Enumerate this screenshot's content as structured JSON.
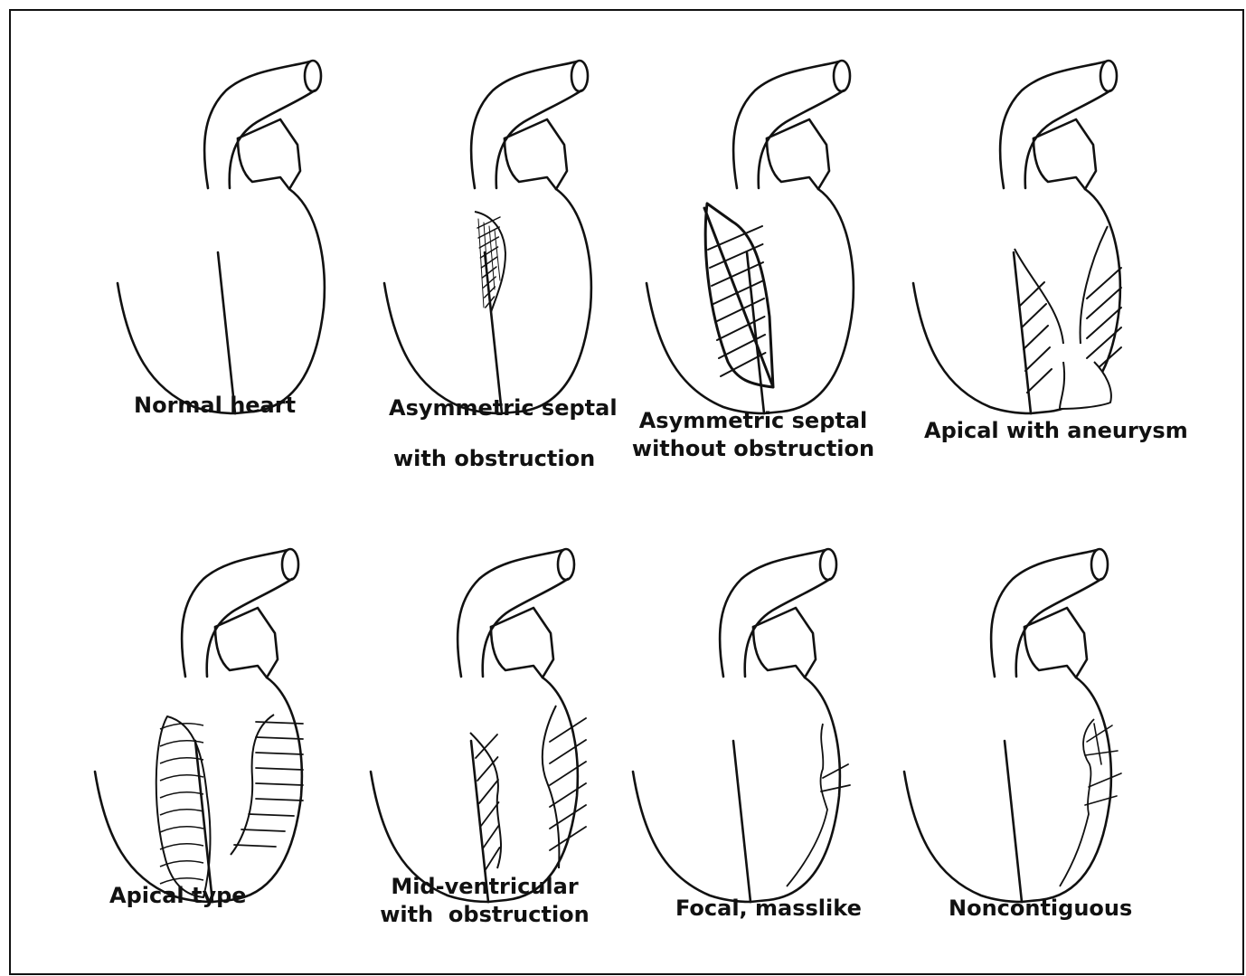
{
  "figure": {
    "border_color": "#111111",
    "line_color": "#111111",
    "panels": [
      {
        "id": "normal",
        "caption_lines": [
          "Normal heart"
        ],
        "hatch": []
      },
      {
        "id": "asym-obs",
        "caption_lines": [
          "Asymmetric septal",
          "with obstruction"
        ],
        "hatch": [
          "septal-upper-dense"
        ]
      },
      {
        "id": "asym-noobs",
        "caption_lines": [
          "Asymmetric septal",
          "without obstruction"
        ],
        "hatch": [
          "septal-full"
        ]
      },
      {
        "id": "apical-aneurysm",
        "caption_lines": [
          "Apical with aneurysm"
        ],
        "hatch": [
          "apical-septal",
          "apical-lateral",
          "aneurysm"
        ]
      },
      {
        "id": "apical",
        "caption_lines": [
          "Apical type"
        ],
        "hatch": [
          "apical-septal-dense",
          "apical-lateral-bands"
        ]
      },
      {
        "id": "midventricular",
        "caption_lines": [
          "Mid-ventricular",
          "with  obstruction"
        ],
        "hatch": [
          "mid-septal",
          "mid-lateral"
        ]
      },
      {
        "id": "focal",
        "caption_lines": [
          "Focal, masslike"
        ],
        "hatch": [
          "focal-lateral"
        ]
      },
      {
        "id": "noncontiguous",
        "caption_lines": [
          "Noncontiguous"
        ],
        "hatch": [
          "noncontig-lateral"
        ]
      }
    ]
  }
}
